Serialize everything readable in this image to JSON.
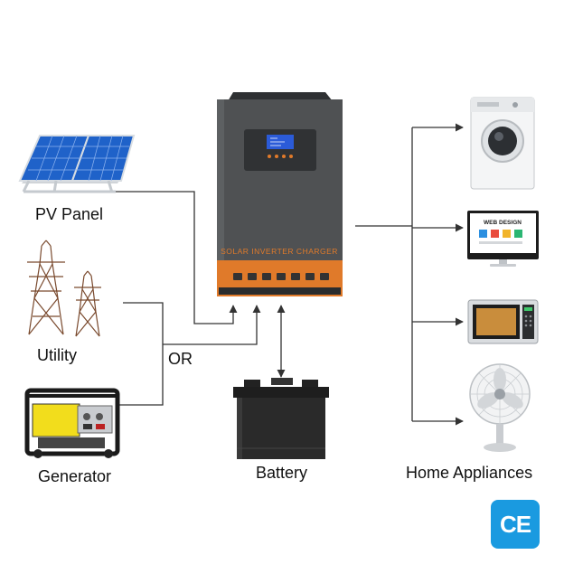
{
  "labels": {
    "pv_panel": "PV Panel",
    "utility": "Utility",
    "or": "OR",
    "generator": "Generator",
    "battery": "Battery",
    "home_appliances": "Home Appliances"
  },
  "inverter": {
    "front_text": "SOLAR INVERTER CHARGER"
  },
  "monitor": {
    "screen_title": "WEB DESIGN"
  },
  "badge": {
    "text": "CE"
  },
  "colors": {
    "inverter_body": "#4f5153",
    "inverter_accent": "#e07a2a",
    "lcd": "#2b5bd8",
    "connector_lines": "#333333",
    "badge": "#1a9ae0"
  },
  "icons": {
    "pv_panel": "solar-panel-icon",
    "utility": "power-tower-icon",
    "generator": "generator-icon",
    "battery": "battery-icon",
    "washer": "washing-machine-icon",
    "monitor": "monitor-icon",
    "microwave": "microwave-icon",
    "fan": "fan-icon"
  }
}
